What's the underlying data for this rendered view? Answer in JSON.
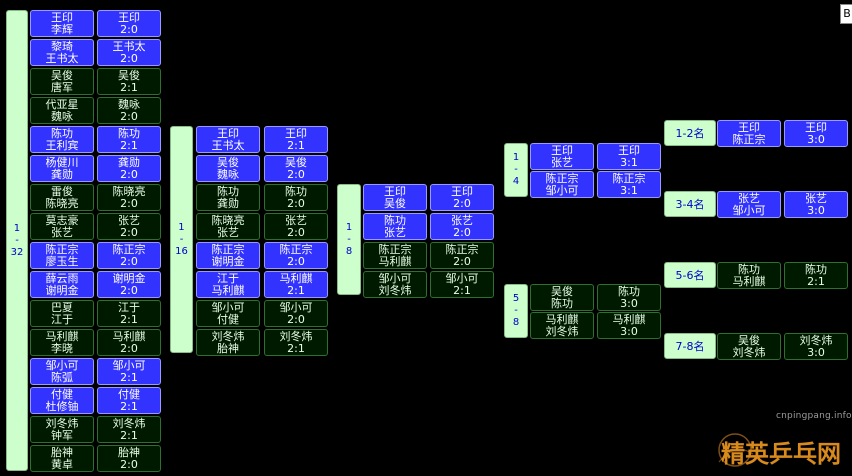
{
  "round_labels": {
    "r32": "1\n-\n32",
    "r16": "1\n-\n16",
    "r8": "1\n-\n8",
    "r4": "1\n-\n4",
    "r58": "5\n-\n8"
  },
  "placements": [
    "1-2名",
    "3-4名",
    "5-6名",
    "7-8名"
  ],
  "r32": [
    {
      "pair": [
        "王印",
        "李辉"
      ],
      "result": [
        "王印",
        "2:0"
      ]
    },
    {
      "pair": [
        "黎琦",
        "王书太"
      ],
      "result": [
        "王书太",
        "2:0"
      ]
    },
    {
      "pair": [
        "吴俊",
        "唐军"
      ],
      "result": [
        "吴俊",
        "2:1"
      ]
    },
    {
      "pair": [
        "代亚星",
        "魏咏"
      ],
      "result": [
        "魏咏",
        "2:0"
      ]
    },
    {
      "pair": [
        "陈功",
        "王利宾"
      ],
      "result": [
        "陈功",
        "2:1"
      ]
    },
    {
      "pair": [
        "杨健川",
        "龚勋"
      ],
      "result": [
        "龚勋",
        "2:0"
      ]
    },
    {
      "pair": [
        "雷俊",
        "陈晓亮"
      ],
      "result": [
        "陈晓亮",
        "2:0"
      ]
    },
    {
      "pair": [
        "莫志豪",
        "张艺"
      ],
      "result": [
        "张艺",
        "2:0"
      ]
    },
    {
      "pair": [
        "陈正宗",
        "廖玉生"
      ],
      "result": [
        "陈正宗",
        "2:0"
      ]
    },
    {
      "pair": [
        "薛云雨",
        "谢明金"
      ],
      "result": [
        "谢明金",
        "2:0"
      ]
    },
    {
      "pair": [
        "巴夏",
        "江于"
      ],
      "result": [
        "江于",
        "2:1"
      ]
    },
    {
      "pair": [
        "马利麒",
        "李晓"
      ],
      "result": [
        "马利麒",
        "2:0"
      ]
    },
    {
      "pair": [
        "邹小可",
        "陈弧"
      ],
      "result": [
        "邹小可",
        "2:1"
      ]
    },
    {
      "pair": [
        "付健",
        "杜修铀"
      ],
      "result": [
        "付健",
        "2:1"
      ]
    },
    {
      "pair": [
        "刘冬炜",
        "钟军"
      ],
      "result": [
        "刘冬炜",
        "2:1"
      ]
    },
    {
      "pair": [
        "胎神",
        "黄卓"
      ],
      "result": [
        "胎神",
        "2:0"
      ]
    }
  ],
  "r16": [
    {
      "pair": [
        "王印",
        "王书太"
      ],
      "result": [
        "王印",
        "2:1"
      ]
    },
    {
      "pair": [
        "吴俊",
        "魏咏"
      ],
      "result": [
        "吴俊",
        "2:0"
      ]
    },
    {
      "pair": [
        "陈功",
        "龚勋"
      ],
      "result": [
        "陈功",
        "2:0"
      ]
    },
    {
      "pair": [
        "陈晓亮",
        "张艺"
      ],
      "result": [
        "张艺",
        "2:0"
      ]
    },
    {
      "pair": [
        "陈正宗",
        "谢明金"
      ],
      "result": [
        "陈正宗",
        "2:0"
      ]
    },
    {
      "pair": [
        "江于",
        "马利麒"
      ],
      "result": [
        "马利麒",
        "2:1"
      ]
    },
    {
      "pair": [
        "邹小可",
        "付健"
      ],
      "result": [
        "邹小可",
        "2:0"
      ]
    },
    {
      "pair": [
        "刘冬炜",
        "胎神"
      ],
      "result": [
        "刘冬炜",
        "2:1"
      ]
    }
  ],
  "r8": [
    {
      "pair": [
        "王印",
        "吴俊"
      ],
      "result": [
        "王印",
        "2:0"
      ]
    },
    {
      "pair": [
        "陈功",
        "张艺"
      ],
      "result": [
        "张艺",
        "2:0"
      ]
    },
    {
      "pair": [
        "陈正宗",
        "马利麒"
      ],
      "result": [
        "陈正宗",
        "2:0"
      ]
    },
    {
      "pair": [
        "邹小可",
        "刘冬炜"
      ],
      "result": [
        "邹小可",
        "2:1"
      ]
    }
  ],
  "r4": [
    {
      "pair": [
        "王印",
        "张艺"
      ],
      "result": [
        "王印",
        "3:1"
      ]
    },
    {
      "pair": [
        "陈正宗",
        "邹小可"
      ],
      "result": [
        "陈正宗",
        "3:1"
      ]
    }
  ],
  "r58": [
    {
      "pair": [
        "吴俊",
        "陈功"
      ],
      "result": [
        "陈功",
        "3:0"
      ]
    },
    {
      "pair": [
        "马利麒",
        "刘冬炜"
      ],
      "result": [
        "马利麒",
        "3:0"
      ]
    }
  ],
  "finals": [
    {
      "pair": [
        "王印",
        "陈正宗"
      ],
      "result": [
        "王印",
        "3:0"
      ]
    },
    {
      "pair": [
        "张艺",
        "邹小可"
      ],
      "result": [
        "张艺",
        "3:0"
      ]
    },
    {
      "pair": [
        "陈功",
        "马利麒"
      ],
      "result": [
        "陈功",
        "2:1"
      ]
    },
    {
      "pair": [
        "吴俊",
        "刘冬炜"
      ],
      "result": [
        "刘冬炜",
        "3:0"
      ]
    }
  ],
  "corner_button": "B",
  "watermark": {
    "url": "cnpingpang.info",
    "logo": "精英乒乓网"
  }
}
